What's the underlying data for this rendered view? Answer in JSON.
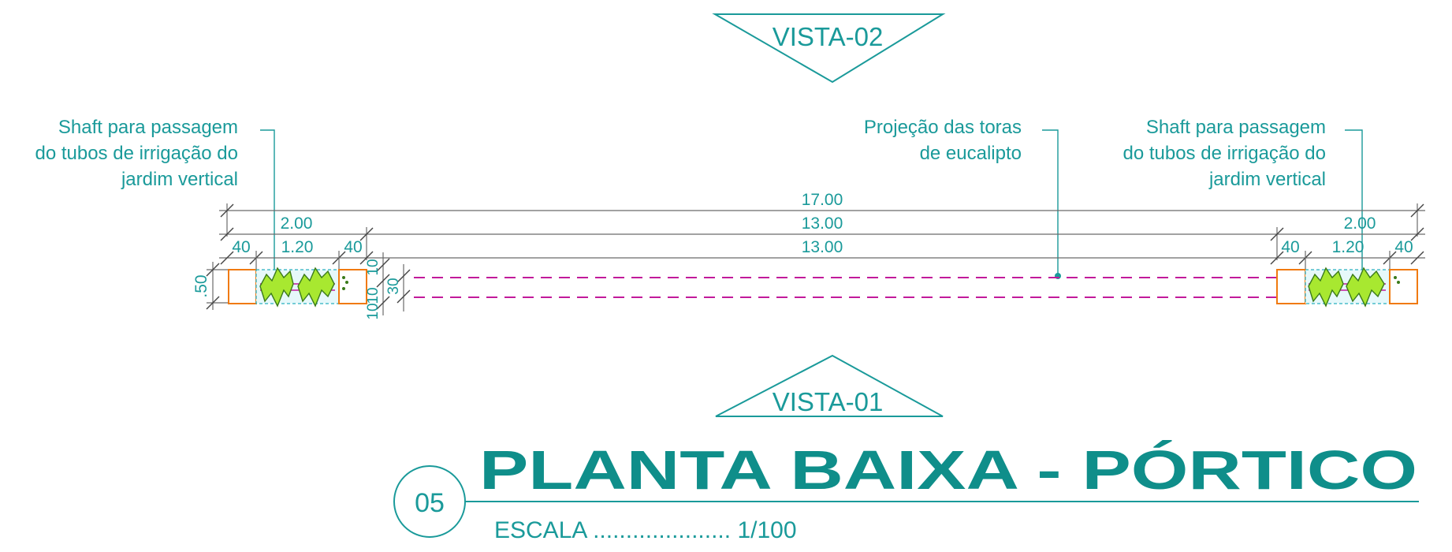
{
  "view_top": {
    "label": "VISTA-02"
  },
  "view_bottom": {
    "label": "VISTA-01"
  },
  "annotations": {
    "left_shaft": [
      "Shaft para passagem",
      "do tubos de irrigação do",
      "jardim vertical"
    ],
    "projection": [
      "Projeção das toras",
      "de eucalipto"
    ],
    "right_shaft": [
      "Shaft para passagem",
      "do tubos de irrigação do",
      "jardim vertical"
    ]
  },
  "dimensions": {
    "overall": "17.00",
    "left_module": "2.00",
    "middle_span": "13.00",
    "middle_span_inner": "13.00",
    "right_module": "2.00",
    "left_shaft_a": "40",
    "left_planter": "1.20",
    "left_shaft_b": "40",
    "right_shaft_a": "40",
    "right_planter": "1.20",
    "right_shaft_b": "40",
    "depth": ".50",
    "gap_top": "10",
    "gap_mid": "30",
    "gap_bottom_a": "10",
    "gap_bottom_b": "10"
  },
  "title_block": {
    "number": "05",
    "title": "PLANTA BAIXA - PÓRTICO",
    "scale_label": "ESCALA ..................... 1/100"
  },
  "colors": {
    "annotation": "#1a9a9a",
    "dimension_line": "#6a6a6a",
    "log_projection": "#c21a9a",
    "shaft_outline": "#f07a10",
    "planter_fill": "#e6f8fa",
    "plant": "#a8e830"
  }
}
